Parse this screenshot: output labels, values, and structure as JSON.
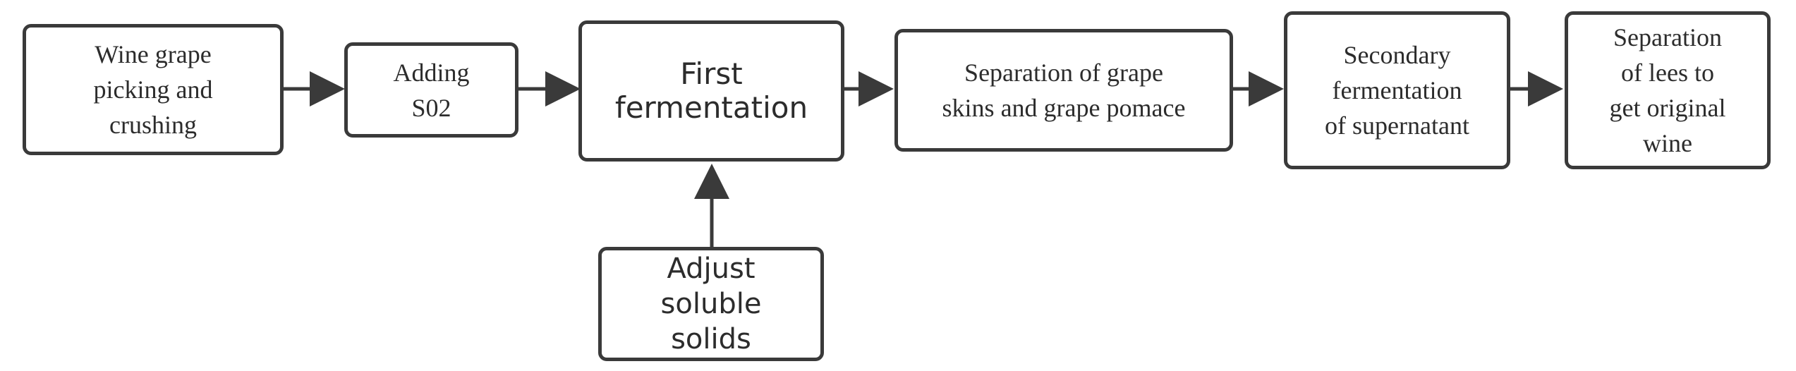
{
  "flow": {
    "steps": [
      {
        "id": "picking",
        "label": "Wine grape\npicking and\ncrushing"
      },
      {
        "id": "so2",
        "label": "Adding\nS02"
      },
      {
        "id": "first-fermentation",
        "label": "First\nfermentation"
      },
      {
        "id": "separation-skins",
        "label": "Separation of grape\nskins and grape pomace"
      },
      {
        "id": "secondary-fermentation",
        "label": "Secondary\nfermentation\nof supernatant"
      },
      {
        "id": "separation-lees",
        "label": "Separation\nof lees to\nget original\nwine"
      }
    ],
    "input": {
      "id": "adjust-solids",
      "label": "Adjust\nsoluble\nsolids"
    }
  },
  "colors": {
    "stroke": "#3a3a3a",
    "text": "#2c2c2c",
    "background": "#ffffff"
  }
}
